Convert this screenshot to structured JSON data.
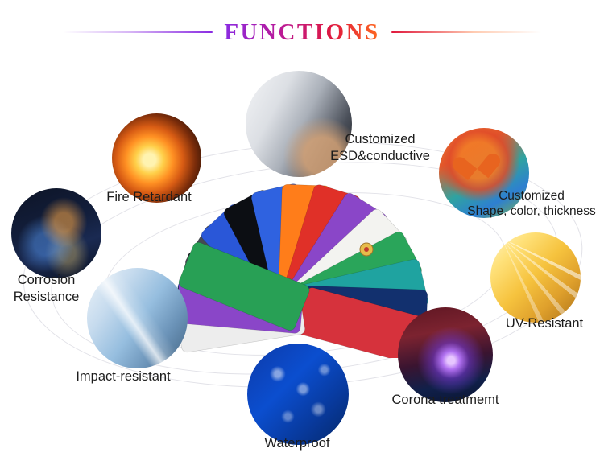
{
  "title": "FUNCTIONS",
  "features": [
    {
      "id": "esd",
      "label": "Customized\nESD&conductive",
      "photo": "esd-conductive-meter-photo"
    },
    {
      "id": "fire",
      "label": "Fire Retardant",
      "photo": "fire-retardant-flame-photo"
    },
    {
      "id": "hearts",
      "label": "Customized\nShape, color, thickness",
      "photo": "custom-shape-heart-sheets-photo"
    },
    {
      "id": "corrosion",
      "label": "Corrosion\nResistance",
      "photo": "corrosion-resistance-photo"
    },
    {
      "id": "uv",
      "label": "UV-Resistant",
      "photo": "uv-sunlight-photo"
    },
    {
      "id": "impact",
      "label": "Impact-resistant",
      "photo": "impact-resistant-sheet-photo"
    },
    {
      "id": "corona",
      "label": "Corona treatmemt",
      "photo": "corona-treatment-photo"
    },
    {
      "id": "waterproof",
      "label": "Waterproof",
      "photo": "waterproof-wet-sheet-photo"
    }
  ],
  "center": {
    "name": "fan of colored corrugated plastic sheets",
    "sheets": [
      {
        "angle": -88,
        "color": "#2a4fc0"
      },
      {
        "angle": -73,
        "color": "#16191f"
      },
      {
        "angle": -58,
        "color": "#454a52"
      },
      {
        "angle": -43,
        "color": "#2a57d8"
      },
      {
        "angle": -28,
        "color": "#0c0e13"
      },
      {
        "angle": -13,
        "color": "#2f62e0"
      },
      {
        "angle": 2,
        "color": "#ff7d1a"
      },
      {
        "angle": 17,
        "color": "#e03028"
      },
      {
        "angle": 32,
        "color": "#8a46c8"
      },
      {
        "angle": 47,
        "color": "#f3f3f0"
      },
      {
        "angle": 62,
        "color": "#2aa55a"
      },
      {
        "angle": 77,
        "color": "#1fa3a0"
      },
      {
        "angle": 92,
        "color": "#12306e"
      },
      {
        "angle": 105,
        "color": "#d6323c"
      },
      {
        "angle": -99,
        "color": "#ededed"
      },
      {
        "angle": -85,
        "color": "#8a46c8"
      },
      {
        "angle": -68,
        "color": "#28a055"
      }
    ]
  },
  "colors": {
    "title_gradient_start": "#8a2be2",
    "title_gradient_mid": "#e0183c",
    "title_gradient_end": "#ff6a1f",
    "orbit_line": "#e2e2e8"
  }
}
